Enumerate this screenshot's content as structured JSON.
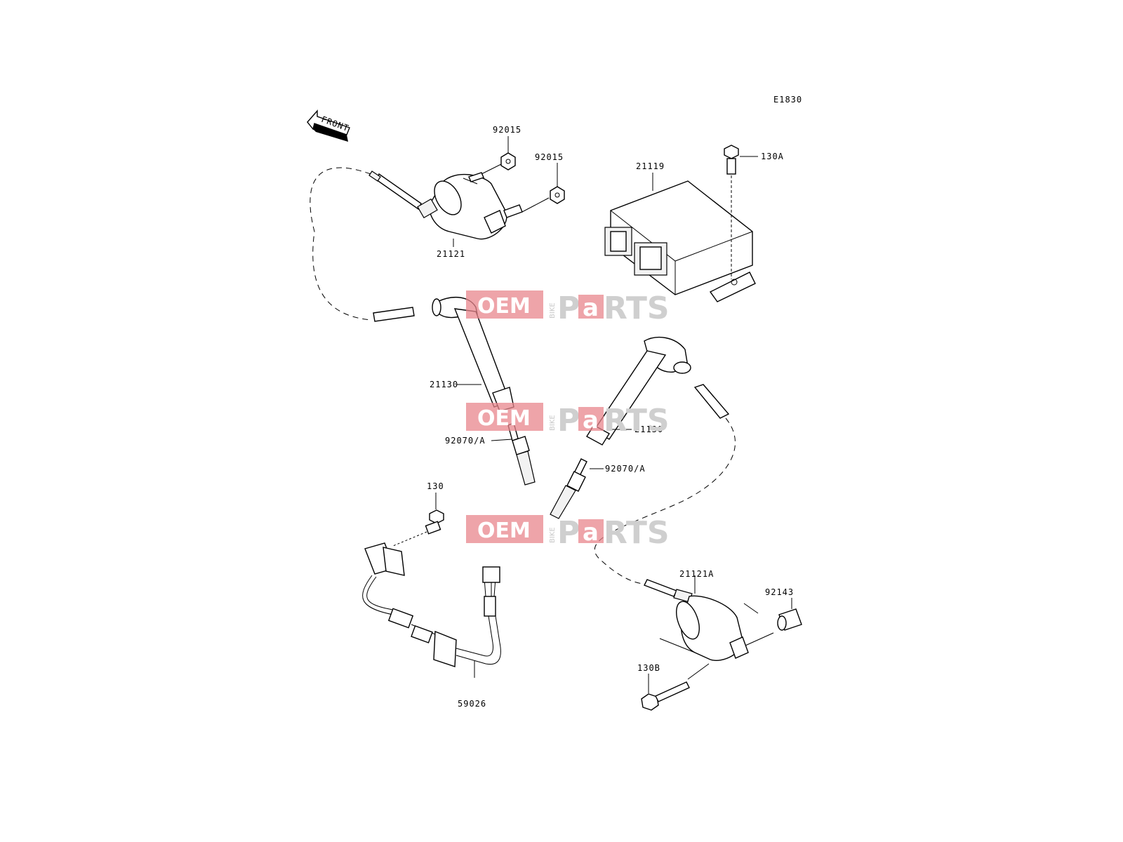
{
  "diagram_code": "E1830",
  "front_label": "FRONT",
  "parts": {
    "cap_nut_upper": "92015",
    "cap_nut_lower": "92015",
    "ignition_coil_front": "21121",
    "igniter": "21119",
    "igniter_bolt": "130A",
    "plug_cap_left": "21130",
    "plug_cap_right": "21130",
    "spark_plug_left": "92070/A",
    "spark_plug_right": "92070/A",
    "pickup_bolt": "130",
    "pickup_coil": "59026",
    "ignition_coil_rear": "21121A",
    "collar": "92143",
    "coil_bolt": "130B"
  },
  "watermark": {
    "oem": "OEM",
    "bike": "BIKE",
    "p": "P",
    "a": "a",
    "rts": "RTS"
  }
}
